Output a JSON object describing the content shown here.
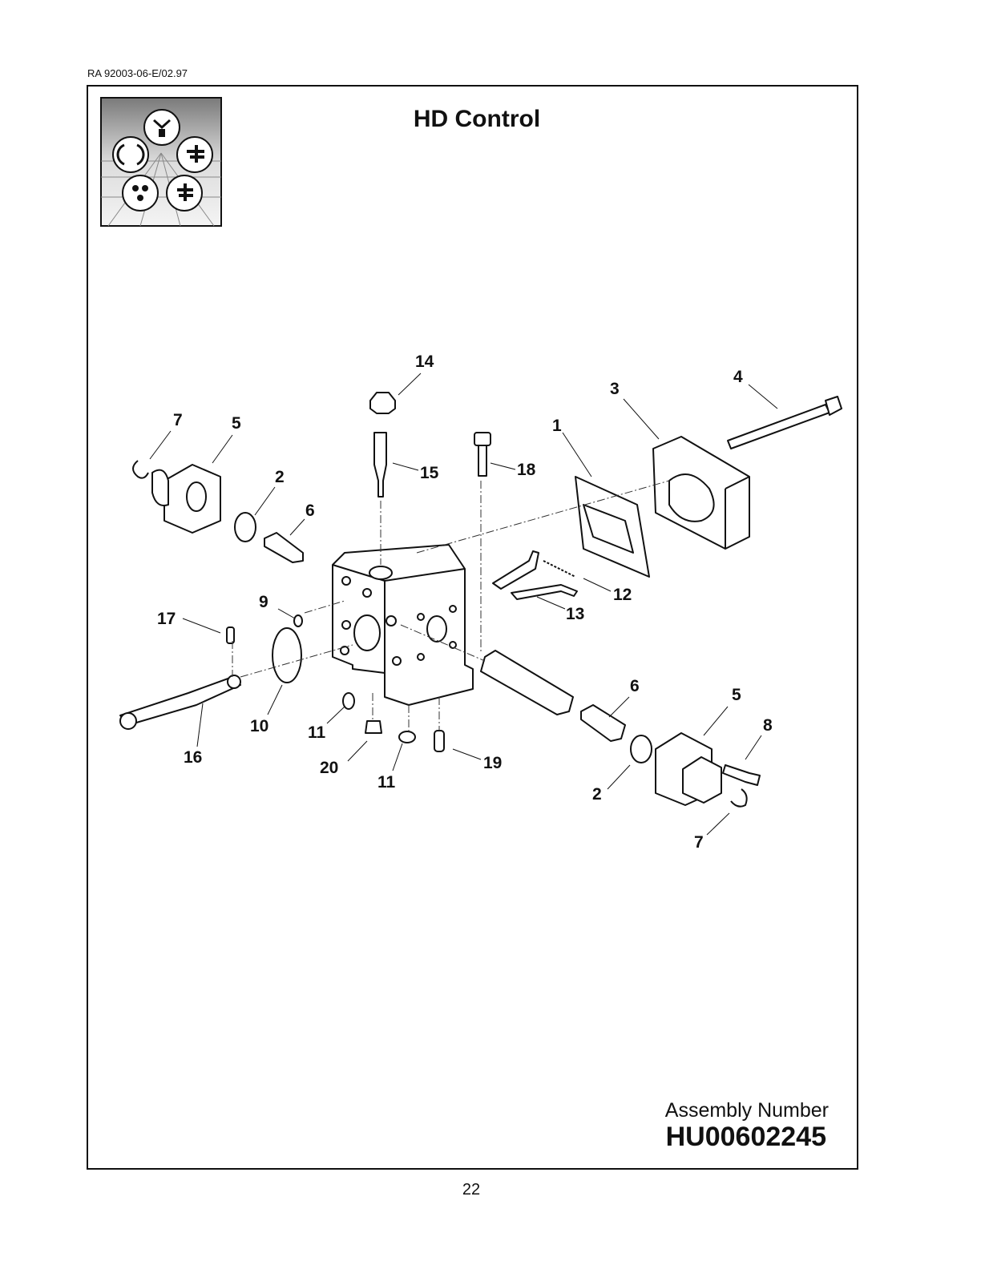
{
  "doc_ref": "RA 92003-06-E/02.97",
  "title": "HD Control",
  "callouts": {
    "c1": "1",
    "c2a": "2",
    "c2b": "2",
    "c3": "3",
    "c4": "4",
    "c5a": "5",
    "c5b": "5",
    "c6a": "6",
    "c6b": "6",
    "c7a": "7",
    "c7b": "7",
    "c8": "8",
    "c9": "9",
    "c10": "10",
    "c11a": "11",
    "c11b": "11",
    "c12": "12",
    "c13": "13",
    "c14": "14",
    "c15": "15",
    "c16": "16",
    "c17": "17",
    "c18": "18",
    "c19": "19",
    "c20": "20"
  },
  "assembly": {
    "label": "Assembly Number",
    "number": "HU00602245"
  },
  "page_number": "22",
  "icons": [
    "function-logo-icon",
    "hd-control-exploded-diagram"
  ]
}
